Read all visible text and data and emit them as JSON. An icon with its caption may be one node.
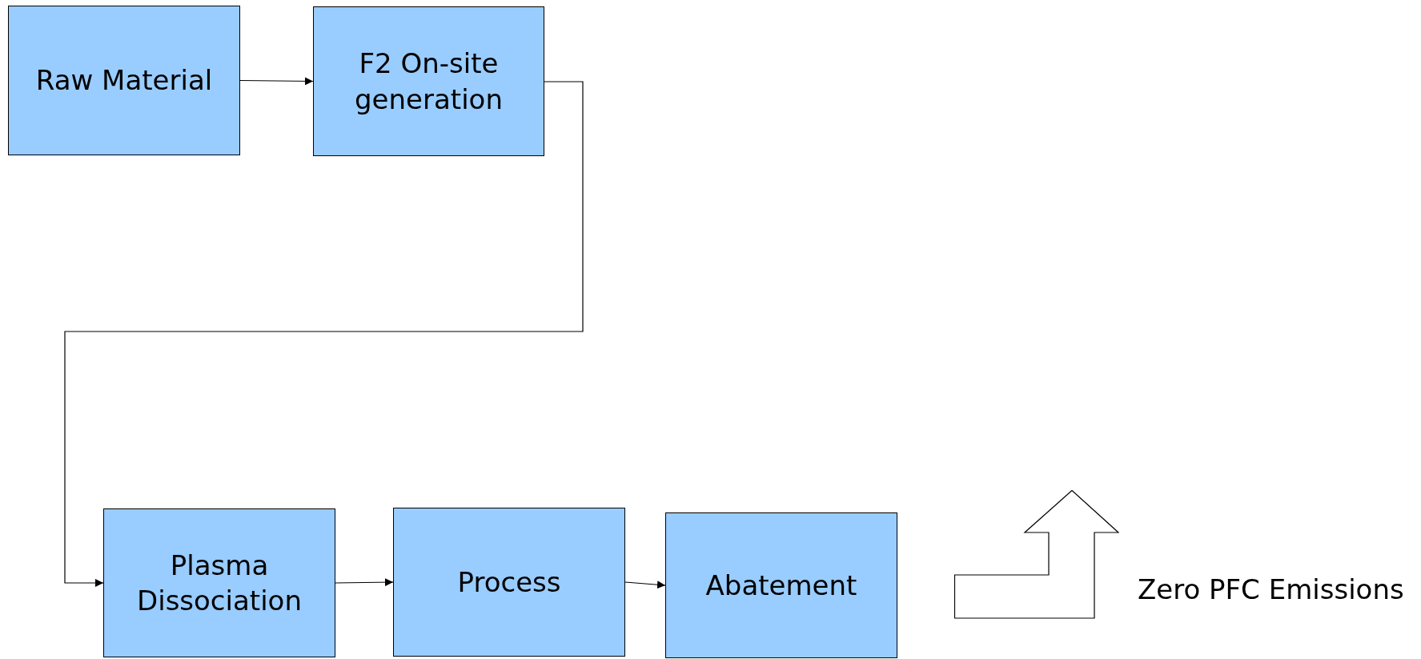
{
  "diagram": {
    "nodes": [
      {
        "text": [
          "Raw Material"
        ]
      },
      {
        "text": [
          "F2 On-site generation"
        ]
      },
      {
        "text": [
          "Plasma Dissociation"
        ]
      },
      {
        "text": [
          "Process"
        ]
      },
      {
        "text": [
          "Abatement"
        ]
      },
      {
        "text": [],
        "shape": "arrow",
        "beside": [
          "Zero PFC Emissions"
        ]
      }
    ],
    "edges": [
      {
        "from": 0,
        "to": 1,
        "arrow": "to"
      },
      {
        "from": 1,
        "to": 2,
        "arrow": "to"
      },
      {
        "from": 2,
        "to": 3,
        "arrow": "to"
      },
      {
        "from": 3,
        "to": 4,
        "arrow": "to"
      }
    ]
  }
}
